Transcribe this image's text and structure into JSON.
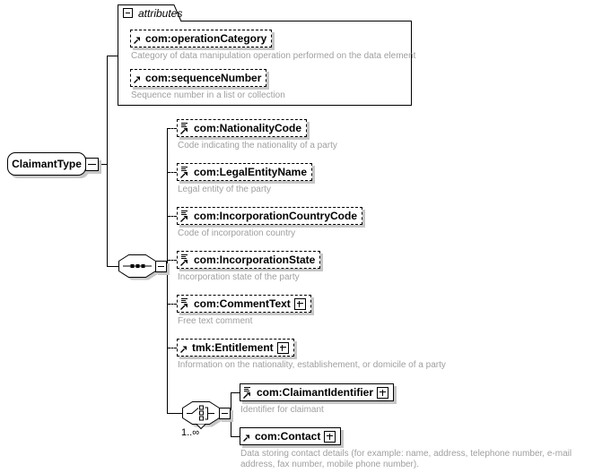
{
  "root": {
    "label": "ClaimantType"
  },
  "attributes_panel": {
    "title": "attributes",
    "items": [
      {
        "name": "com:operationCategory",
        "description": "Category of data manipulation operation performed on the data element"
      },
      {
        "name": "com:sequenceNumber",
        "description": "Sequence number in a list or collection"
      }
    ]
  },
  "sequence_children": [
    {
      "name": "com:NationalityCode",
      "description": "Code indicating the nationality of a party"
    },
    {
      "name": "com:LegalEntityName",
      "description": "Legal entity of the party"
    },
    {
      "name": "com:IncorporationCountryCode",
      "description": "Code of incorporation country"
    },
    {
      "name": "com:IncorporationState",
      "description": "Incorporation state of the party"
    },
    {
      "name": "com:CommentText",
      "description": "Free text comment"
    },
    {
      "name": "tmk:Entitlement",
      "description": "Information on the nationality, establishement, or domicile of a party"
    }
  ],
  "choice_group": {
    "occurrence": "1..∞",
    "children": [
      {
        "name": "com:ClaimantIdentifier",
        "description": "Identifier for claimant"
      },
      {
        "name": "com:Contact",
        "description": "Data storing contact details (for example: name, address, telephone number, e-mail address, fax number, mobile phone number)."
      }
    ]
  },
  "colors": {
    "line": "#000000",
    "shadow": "#c6c6c6",
    "description_text": "#9f9f9f",
    "background": "#ffffff"
  }
}
